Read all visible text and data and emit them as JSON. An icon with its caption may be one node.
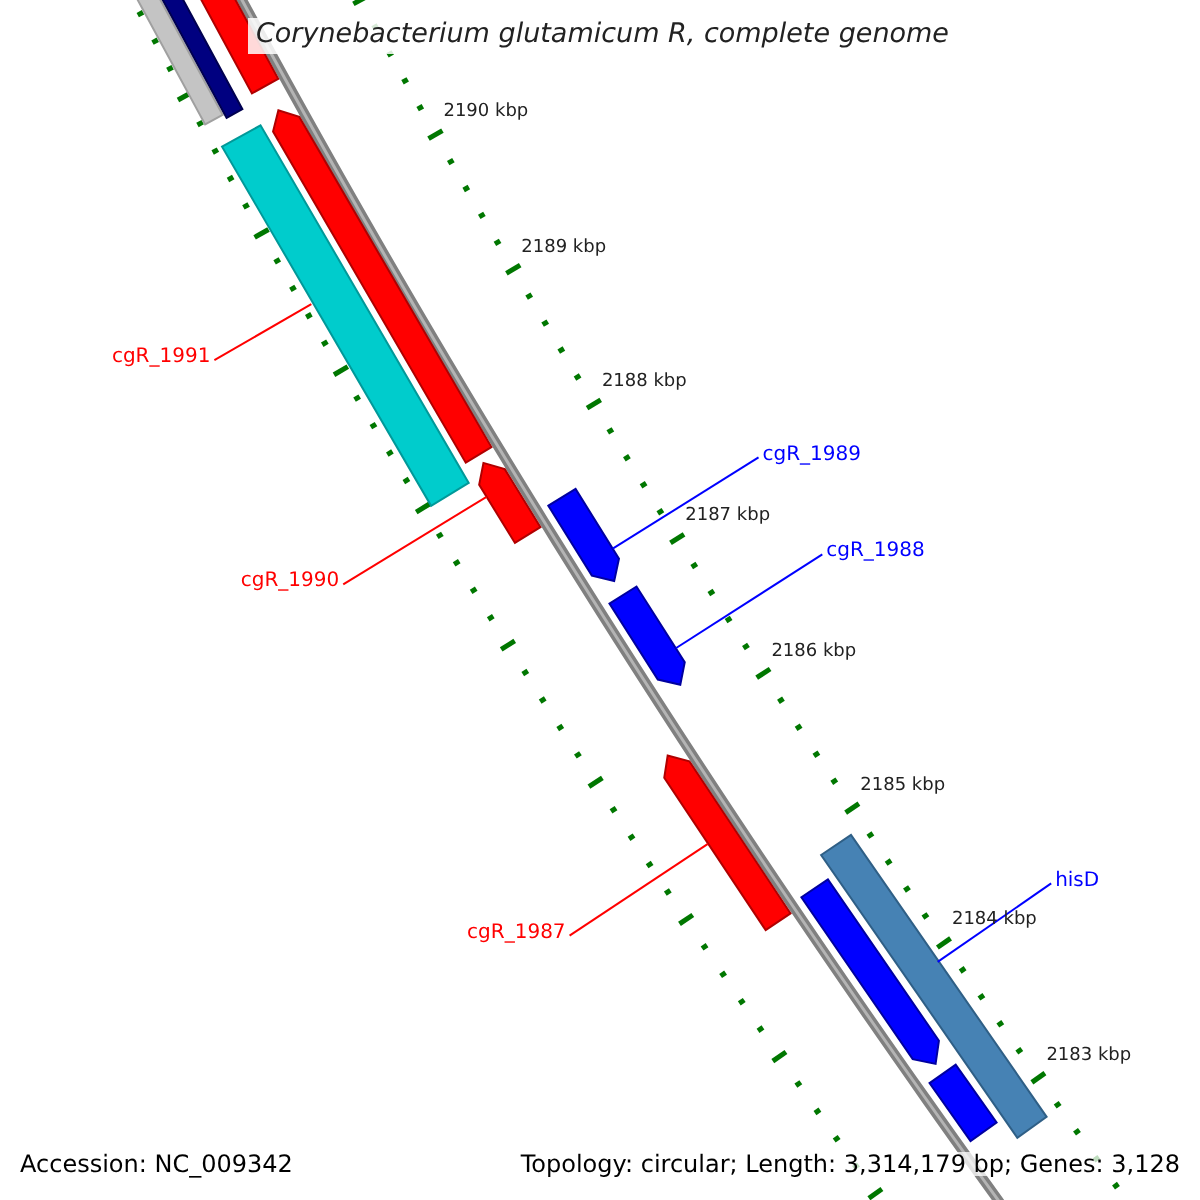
{
  "diagram": {
    "title": "Corynebacterium glutamicum R, complete genome",
    "nodes": [
      {
        "text": [
          "cgR_1991"
        ]
      },
      {
        "text": [],
        "shape": "bar"
      },
      {
        "text": [
          "cgR_1989"
        ]
      },
      {
        "text": [],
        "shape": "bar"
      },
      {
        "text": [
          "cgR_1988"
        ]
      },
      {
        "text": [],
        "shape": "bar"
      },
      {
        "text": [
          "cgR_1990"
        ]
      },
      {
        "text": [],
        "shape": "bar"
      },
      {
        "text": [
          "hisD"
        ]
      },
      {
        "text": [],
        "shape": "bar"
      },
      {
        "text": [
          "cgR_1987"
        ]
      },
      {
        "text": [],
        "shape": "bar"
      },
      {
        "text": [],
        "shape": "bar"
      },
      {
        "text": [],
        "shape": "bar"
      },
      {
        "text": [],
        "shape": "bar"
      },
      {
        "text": [],
        "shape": "bar"
      },
      {
        "text": [],
        "shape": "bar"
      },
      {
        "text": [],
        "shape": "bar"
      }
    ],
    "edges": [
      {
        "from": 0,
        "to": 1,
        "arrow": "none",
        "color": "#ff0000"
      },
      {
        "from": 2,
        "to": 3,
        "arrow": "none",
        "color": "#0000ff"
      },
      {
        "from": 4,
        "to": 5,
        "arrow": "none",
        "color": "#0000ff"
      },
      {
        "from": 6,
        "to": 7,
        "arrow": "none",
        "color": "#ff0000"
      },
      {
        "from": 8,
        "to": 9,
        "arrow": "none",
        "color": "#0000ff"
      },
      {
        "from": 10,
        "to": 11,
        "arrow": "none",
        "color": "#ff0000"
      }
    ],
    "labels": [
      "2190 kbp",
      "2189 kbp",
      "2188 kbp",
      "2187 kbp",
      "2186 kbp",
      "2185 kbp",
      "2184 kbp",
      "2183 kbp",
      "Accession: NC_009342",
      "Topology: circular; Length: 3,314,179 bp; Genes: 3,128"
    ]
  }
}
